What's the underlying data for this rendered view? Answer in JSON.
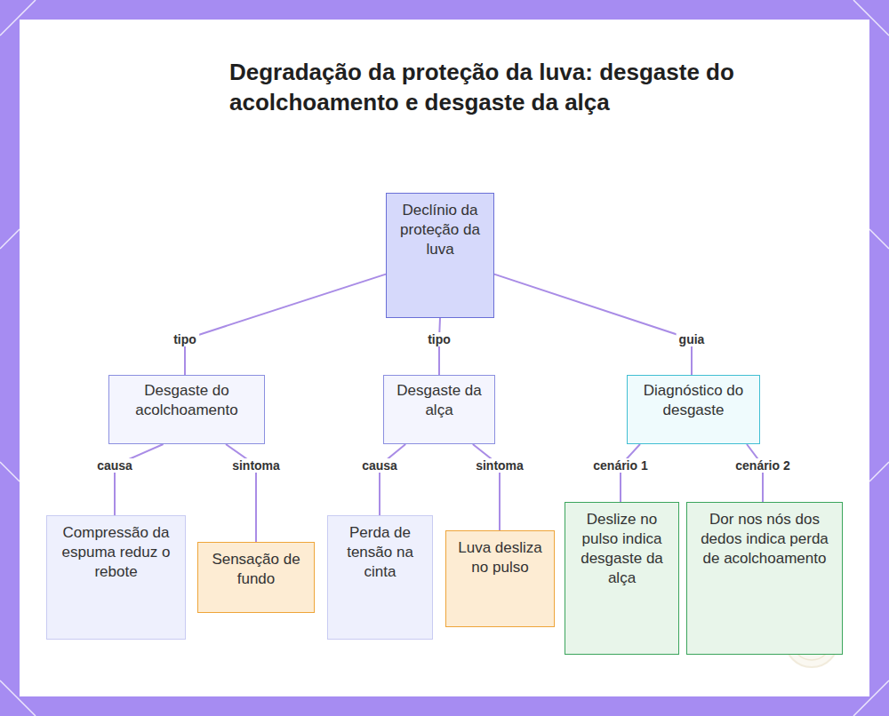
{
  "diagram": {
    "title": "Degradação da proteção da luva: desgaste do acolchoamento e desgaste da alça",
    "nodes": [
      {
        "text": [
          "Declínio da proteção da luva"
        ]
      },
      {
        "text": [
          "Desgaste do acolchoamento"
        ]
      },
      {
        "text": [
          "Desgaste da alça"
        ]
      },
      {
        "text": [
          "Diagnóstico do desgaste"
        ]
      },
      {
        "text": [
          "Compressão da espuma reduz o rebote"
        ]
      },
      {
        "text": [
          "Sensação de fundo"
        ]
      },
      {
        "text": [
          "Perda de tensão na cinta"
        ]
      },
      {
        "text": [
          "Luva desliza no pulso"
        ]
      },
      {
        "text": [
          "Deslize no pulso indica desgaste da alça"
        ]
      },
      {
        "text": [
          "Dor nos nós dos dedos indica perda de acolchoamento"
        ]
      }
    ],
    "edges": [
      {
        "from": 0,
        "to": 1,
        "label": "tipo",
        "arrow": "none"
      },
      {
        "from": 0,
        "to": 2,
        "label": "tipo",
        "arrow": "none"
      },
      {
        "from": 0,
        "to": 3,
        "label": "guia",
        "arrow": "none"
      },
      {
        "from": 1,
        "to": 4,
        "label": "causa",
        "arrow": "none"
      },
      {
        "from": 1,
        "to": 5,
        "label": "sintoma",
        "arrow": "none"
      },
      {
        "from": 2,
        "to": 6,
        "label": "causa",
        "arrow": "none"
      },
      {
        "from": 2,
        "to": 7,
        "label": "sintoma",
        "arrow": "none"
      },
      {
        "from": 3,
        "to": 8,
        "label": "cenário 1",
        "arrow": "none"
      },
      {
        "from": 3,
        "to": 9,
        "label": "cenário 2",
        "arrow": "none"
      }
    ]
  }
}
